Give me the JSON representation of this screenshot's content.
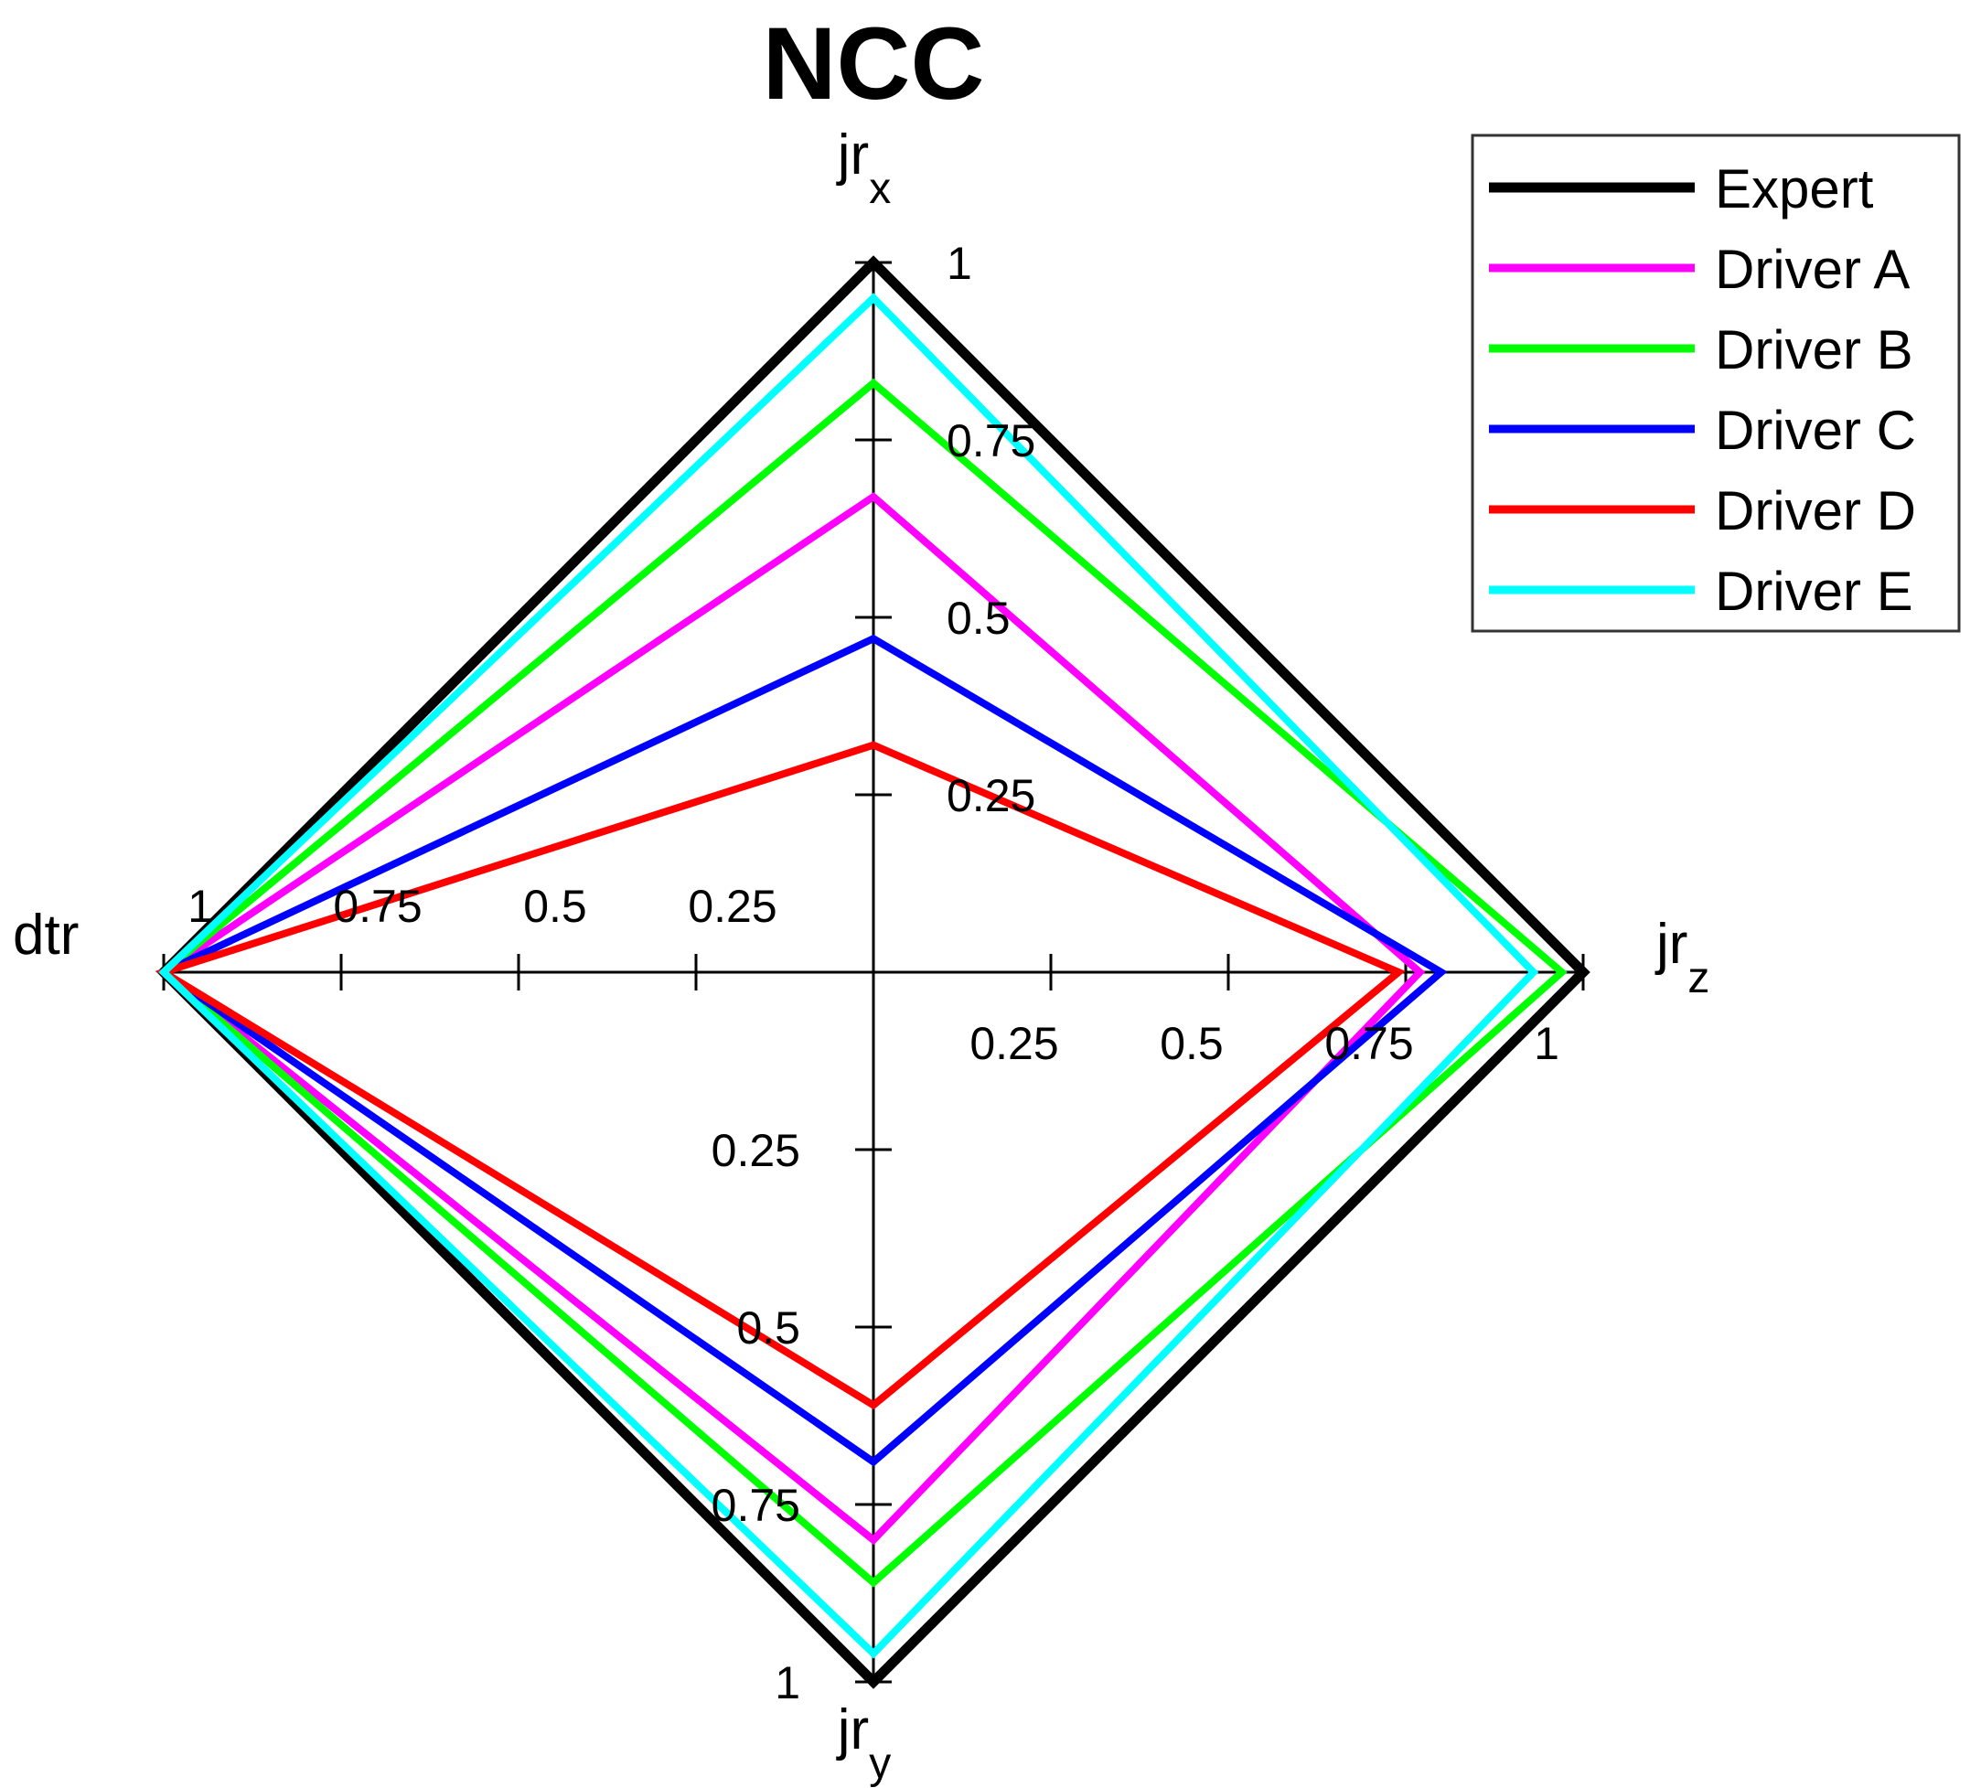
{
  "chart_data": {
    "type": "radar",
    "title": "NCC",
    "axes": [
      {
        "key": "jrx",
        "label": "jr",
        "subscript": "x",
        "direction": "up"
      },
      {
        "key": "jrz",
        "label": "jr",
        "subscript": "z",
        "direction": "right"
      },
      {
        "key": "jry",
        "label": "jr",
        "subscript": "y",
        "direction": "down"
      },
      {
        "key": "dtr",
        "label": "dtr",
        "subscript": "",
        "direction": "left"
      }
    ],
    "ticks": [
      0.25,
      0.5,
      0.75,
      1
    ],
    "tick_labels": [
      "0.25",
      "0.5",
      "0.75",
      "1"
    ],
    "range": [
      0,
      1
    ],
    "series": [
      {
        "name": "Expert",
        "color": "#000000",
        "values": {
          "jrx": 1.0,
          "jrz": 1.0,
          "jry": 1.0,
          "dtr": 1.0
        }
      },
      {
        "name": "Driver A",
        "color": "#ff00ff",
        "values": {
          "jrx": 0.67,
          "jrz": 0.77,
          "jry": 0.8,
          "dtr": 1.0
        }
      },
      {
        "name": "Driver B",
        "color": "#00ff00",
        "values": {
          "jrx": 0.83,
          "jrz": 0.97,
          "jry": 0.86,
          "dtr": 1.0
        }
      },
      {
        "name": "Driver C",
        "color": "#0000ff",
        "values": {
          "jrx": 0.47,
          "jrz": 0.8,
          "jry": 0.69,
          "dtr": 1.0
        }
      },
      {
        "name": "Driver D",
        "color": "#ff0000",
        "values": {
          "jrx": 0.32,
          "jrz": 0.74,
          "jry": 0.61,
          "dtr": 1.0
        }
      },
      {
        "name": "Driver E",
        "color": "#00ffff",
        "values": {
          "jrx": 0.95,
          "jrz": 0.93,
          "jry": 0.96,
          "dtr": 1.0
        }
      }
    ],
    "legend_position": "top-right",
    "grid": false
  }
}
